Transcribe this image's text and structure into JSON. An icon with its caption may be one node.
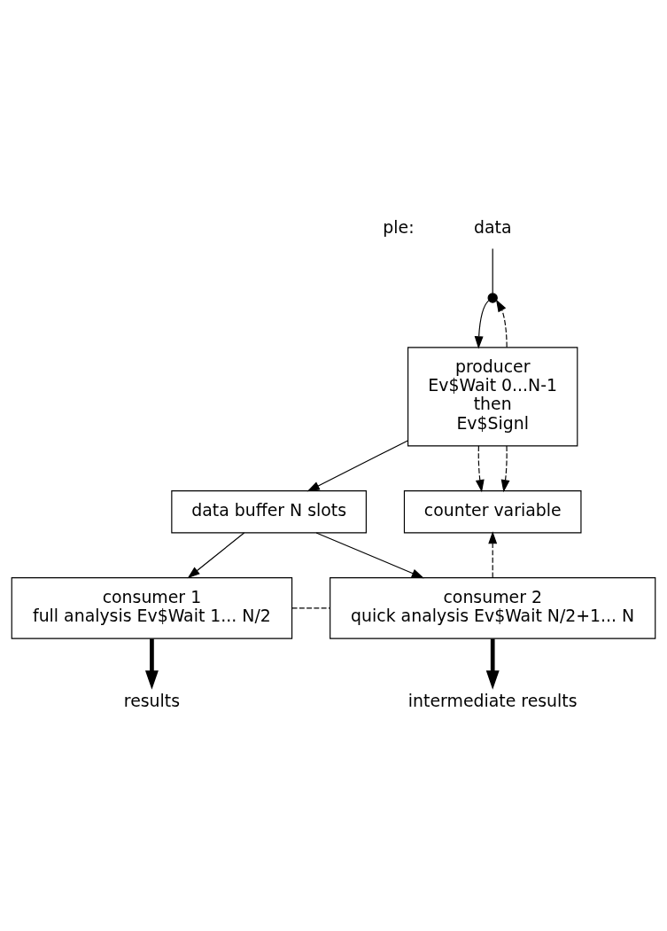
{
  "diagram": {
    "nodes": [
      {
        "text": [
          "data"
        ]
      },
      {
        "text": [],
        "shape": "switch"
      },
      {
        "text": [
          "producer",
          "Ev$Wait 0...N-1",
          "then",
          "Ev$Signl"
        ]
      },
      {
        "text": [
          "data buffer N slots"
        ]
      },
      {
        "text": [
          "counter variable"
        ]
      },
      {
        "text": [
          "consumer 1",
          "full analysis Ev$Wait 1... N/2"
        ]
      },
      {
        "text": [
          "consumer 2",
          "quick analysis Ev$Wait N/2+1... N"
        ]
      },
      {
        "text": [
          "results"
        ]
      },
      {
        "text": [
          "intermediate results"
        ]
      }
    ],
    "edges": [
      {
        "from": 0,
        "to": 1,
        "arrow": "none"
      },
      {
        "from": 1,
        "to": 2,
        "arrow": "to"
      },
      {
        "from": 2,
        "to": 1,
        "arrow": "to",
        "style": "dashed"
      },
      {
        "from": 2,
        "to": 4,
        "arrow": "to",
        "style": "dashed"
      },
      {
        "from": 2,
        "to": 4,
        "arrow": "to",
        "style": "dashed"
      },
      {
        "from": 2,
        "to": 3,
        "arrow": "to"
      },
      {
        "from": 3,
        "to": 5,
        "arrow": "to"
      },
      {
        "from": 3,
        "to": 6,
        "arrow": "to"
      },
      {
        "from": 5,
        "to": 6,
        "arrow": "none",
        "style": "dashed"
      },
      {
        "from": 6,
        "to": 4,
        "arrow": "to",
        "style": "dashed"
      },
      {
        "from": 5,
        "to": 7,
        "arrow": "to",
        "style": "thick"
      },
      {
        "from": 6,
        "to": 8,
        "arrow": "to",
        "style": "thick"
      }
    ],
    "labels": [
      "ple:"
    ]
  }
}
